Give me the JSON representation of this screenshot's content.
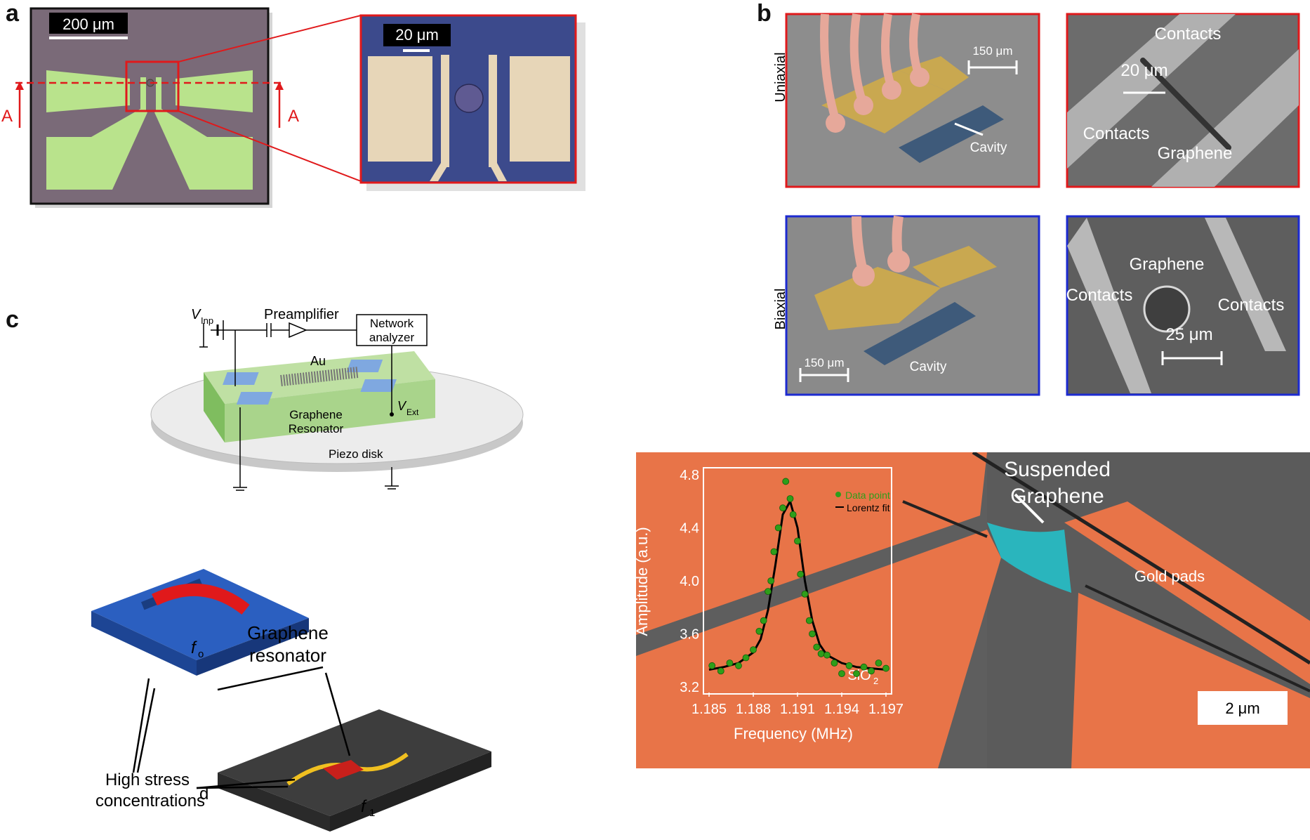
{
  "panel_a": {
    "letter": "a",
    "scale_main": "200 μm",
    "scale_zoom": "20 μm",
    "section_left": "A",
    "section_right": "A"
  },
  "panel_b": {
    "letter": "b",
    "row1_label": "Uniaxial",
    "row2_label": "Biaxial",
    "tl_scale": "150 μm",
    "tl_cavity": "Cavity",
    "tr_contacts_top": "Contacts",
    "tr_scale": "20 μm",
    "tr_contacts_left": "Contacts",
    "tr_graphene": "Graphene",
    "bl_scale": "150 μm",
    "bl_cavity": "Cavity",
    "br_graphene": "Graphene",
    "br_contacts_left": "Contacts",
    "br_contacts_right": "Contacts",
    "br_scale": "25 μm"
  },
  "panel_c": {
    "letter": "c",
    "v_inp": "V",
    "v_inp_sub": "Inp",
    "preamplifier": "Preamplifier",
    "network_line1": "Network",
    "network_line2": "analyzer",
    "au": "Au",
    "graphene": "Graphene",
    "resonator": "Resonator",
    "v_ext": "V",
    "v_ext_sub": "Ext",
    "piezo": "Piezo disk"
  },
  "panel_d": {
    "letter": "d",
    "graphene_resonator_1": "Graphene",
    "graphene_resonator_2": "resonator",
    "f0": "f",
    "f0_sub": "o",
    "f1": "f",
    "f1_sub": "1",
    "stress_1": "High stress",
    "stress_2": "concentrations"
  },
  "panel_e": {
    "suspended_1": "Suspended",
    "suspended_2": "Graphene",
    "gold_pads": "Gold pads",
    "sio2": "SiO",
    "sio2_sub": "2",
    "scale": "2 μm"
  },
  "chart_data": {
    "type": "scatter",
    "xlabel": "Frequency (MHz)",
    "ylabel": "Amplitude (a.u.)",
    "xlim": [
      1.185,
      1.197
    ],
    "ylim": [
      3.2,
      4.8
    ],
    "xticks": [
      "1.185",
      "1.188",
      "1.191",
      "1.194",
      "1.197"
    ],
    "yticks": [
      "3.2",
      "3.6",
      "4.0",
      "4.4",
      "4.8"
    ],
    "legend": [
      "Data point",
      "Lorentz fit"
    ],
    "legend_position": "top-right",
    "series": [
      {
        "name": "Lorentz fit",
        "kind": "line",
        "color": "#000000",
        "x": [
          1.185,
          1.186,
          1.187,
          1.188,
          1.1885,
          1.189,
          1.1895,
          1.19,
          1.1905,
          1.191,
          1.1915,
          1.192,
          1.1925,
          1.193,
          1.194,
          1.195,
          1.196,
          1.197
        ],
        "y": [
          3.33,
          3.35,
          3.38,
          3.46,
          3.56,
          3.78,
          4.12,
          4.5,
          4.6,
          4.4,
          4.0,
          3.7,
          3.52,
          3.44,
          3.38,
          3.35,
          3.34,
          3.33
        ]
      },
      {
        "name": "Data point",
        "kind": "scatter",
        "color": "#2e9e1a",
        "x": [
          1.1852,
          1.1858,
          1.1864,
          1.187,
          1.1875,
          1.188,
          1.1884,
          1.1887,
          1.189,
          1.1892,
          1.1894,
          1.1897,
          1.19,
          1.1902,
          1.1905,
          1.1907,
          1.191,
          1.1912,
          1.1915,
          1.1918,
          1.192,
          1.1923,
          1.1926,
          1.193,
          1.1935,
          1.194,
          1.1945,
          1.195,
          1.1955,
          1.196,
          1.1965,
          1.197
        ],
        "y": [
          3.36,
          3.32,
          3.38,
          3.36,
          3.42,
          3.48,
          3.62,
          3.7,
          3.92,
          4.0,
          4.22,
          4.4,
          4.55,
          4.75,
          4.62,
          4.5,
          4.3,
          4.05,
          3.9,
          3.7,
          3.6,
          3.5,
          3.45,
          3.44,
          3.38,
          3.3,
          3.36,
          3.3,
          3.35,
          3.32,
          3.38,
          3.34
        ]
      }
    ]
  }
}
